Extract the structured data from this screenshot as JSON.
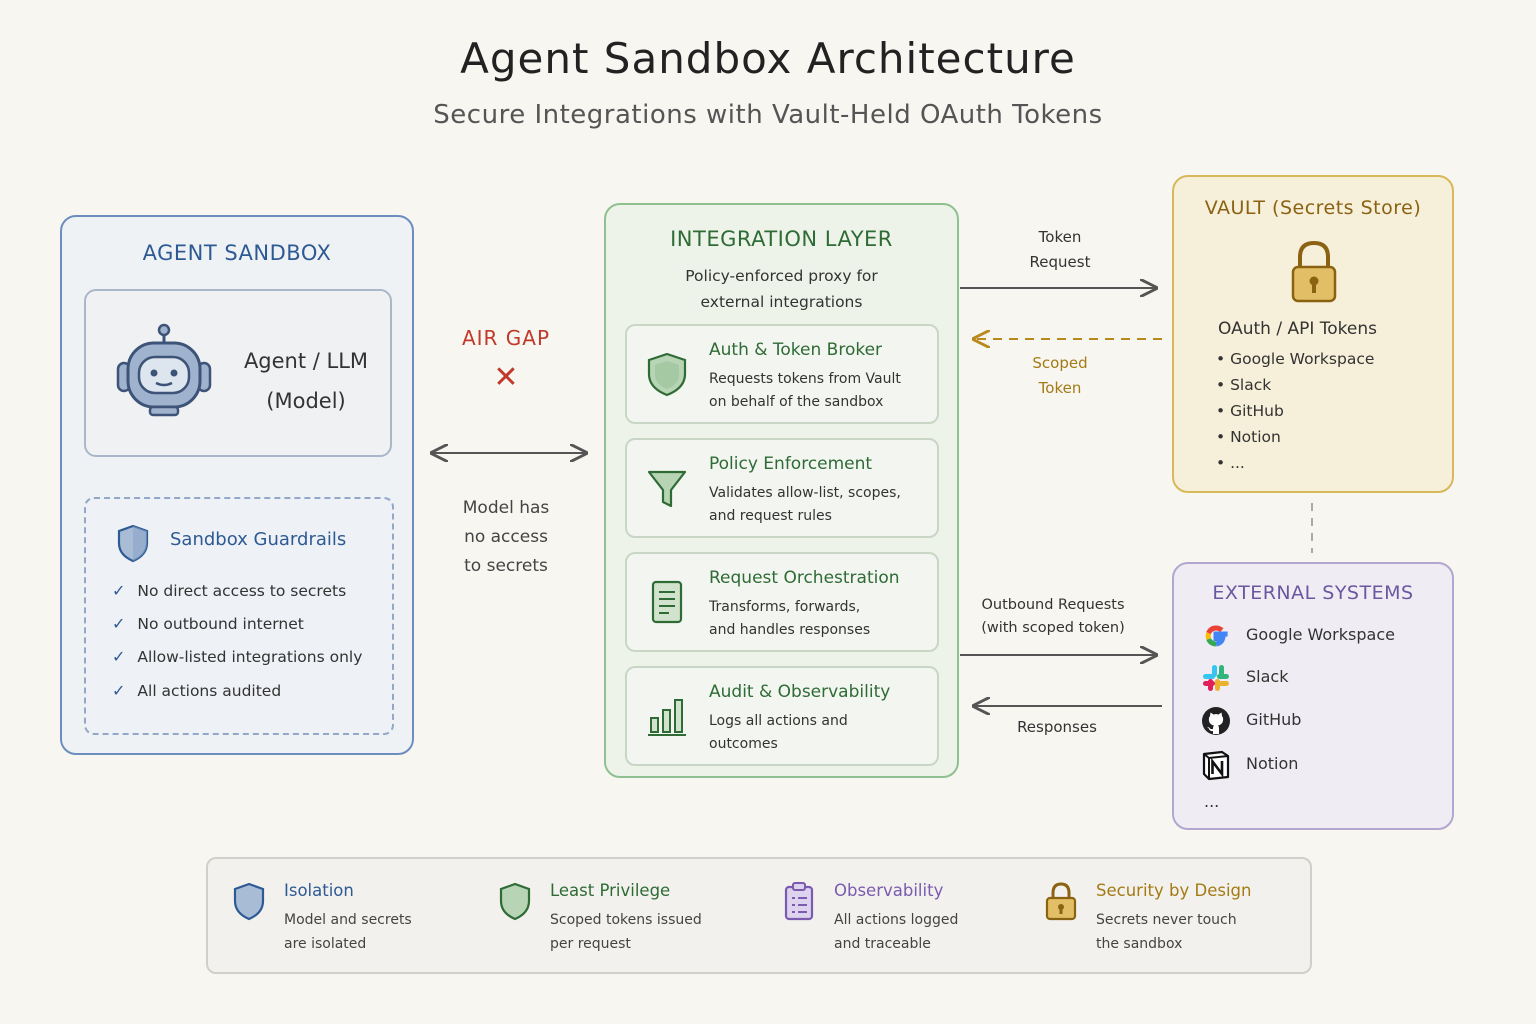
{
  "title": "Agent Sandbox Architecture",
  "subtitle": "Secure Integrations with Vault-Held OAuth Tokens",
  "colors": {
    "sandbox": "#2e5a94",
    "integration": "#2e6b35",
    "vault": "#8a6212",
    "external": "#6a57a0",
    "airgap": "#c0392b"
  },
  "sandbox": {
    "title": "AGENT SANDBOX",
    "agent_label_line1": "Agent / LLM",
    "agent_label_line2": "(Model)",
    "agent_icon": "robot-icon",
    "guardrails": {
      "title": "Sandbox Guardrails",
      "icon": "shield-icon",
      "items": [
        "No direct access to secrets",
        "No outbound internet",
        "Allow-listed integrations only",
        "All actions audited"
      ]
    }
  },
  "airgap": {
    "label": "AIR GAP",
    "mark": "✕",
    "note_lines": [
      "Model has",
      "no access",
      "to secrets"
    ]
  },
  "integration": {
    "title": "INTEGRATION LAYER",
    "desc_line1": "Policy-enforced proxy for",
    "desc_line2": "external integrations",
    "cards": [
      {
        "title": "Auth & Token Broker",
        "desc_line1": "Requests tokens from Vault",
        "desc_line2": "on behalf of the sandbox",
        "icon": "shield-icon"
      },
      {
        "title": "Policy Enforcement",
        "desc_line1": "Validates allow-list, scopes,",
        "desc_line2": "and request rules",
        "icon": "filter-icon"
      },
      {
        "title": "Request Orchestration",
        "desc_line1": "Transforms, forwards,",
        "desc_line2": "and handles responses",
        "icon": "document-icon"
      },
      {
        "title": "Audit & Observability",
        "desc_line1": "Logs all actions and",
        "desc_line2": "outcomes",
        "icon": "bar-chart-icon"
      }
    ]
  },
  "arrows": {
    "token_request_line1": "Token",
    "token_request_line2": "Request",
    "scoped_token_line1": "Scoped",
    "scoped_token_line2": "Token",
    "outbound_line1": "Outbound Requests",
    "outbound_line2": "(with scoped token)",
    "responses": "Responses"
  },
  "vault": {
    "title": "VAULT (Secrets Store)",
    "icon": "lock-icon",
    "subtitle": "OAuth / API Tokens",
    "items": [
      "• Google Workspace",
      "• Slack",
      "• GitHub",
      "• Notion",
      "• ..."
    ]
  },
  "external": {
    "title": "EXTERNAL SYSTEMS",
    "items": [
      {
        "label": "Google Workspace",
        "icon": "google-icon"
      },
      {
        "label": "Slack",
        "icon": "slack-icon"
      },
      {
        "label": "GitHub",
        "icon": "github-icon"
      },
      {
        "label": "Notion",
        "icon": "notion-icon"
      }
    ],
    "more": "..."
  },
  "footer": [
    {
      "title": "Isolation",
      "desc_line1": "Model and secrets",
      "desc_line2": "are isolated",
      "icon": "shield-icon",
      "color": "#2e5a94"
    },
    {
      "title": "Least Privilege",
      "desc_line1": "Scoped tokens issued",
      "desc_line2": "per request",
      "icon": "shield-icon",
      "color": "#2e6b35"
    },
    {
      "title": "Observability",
      "desc_line1": "All actions logged",
      "desc_line2": "and traceable",
      "icon": "clipboard-icon",
      "color": "#7a5bb0"
    },
    {
      "title": "Security by Design",
      "desc_line1": "Secrets never touch",
      "desc_line2": "the sandbox",
      "icon": "lock-icon",
      "color": "#a47a14"
    }
  ]
}
